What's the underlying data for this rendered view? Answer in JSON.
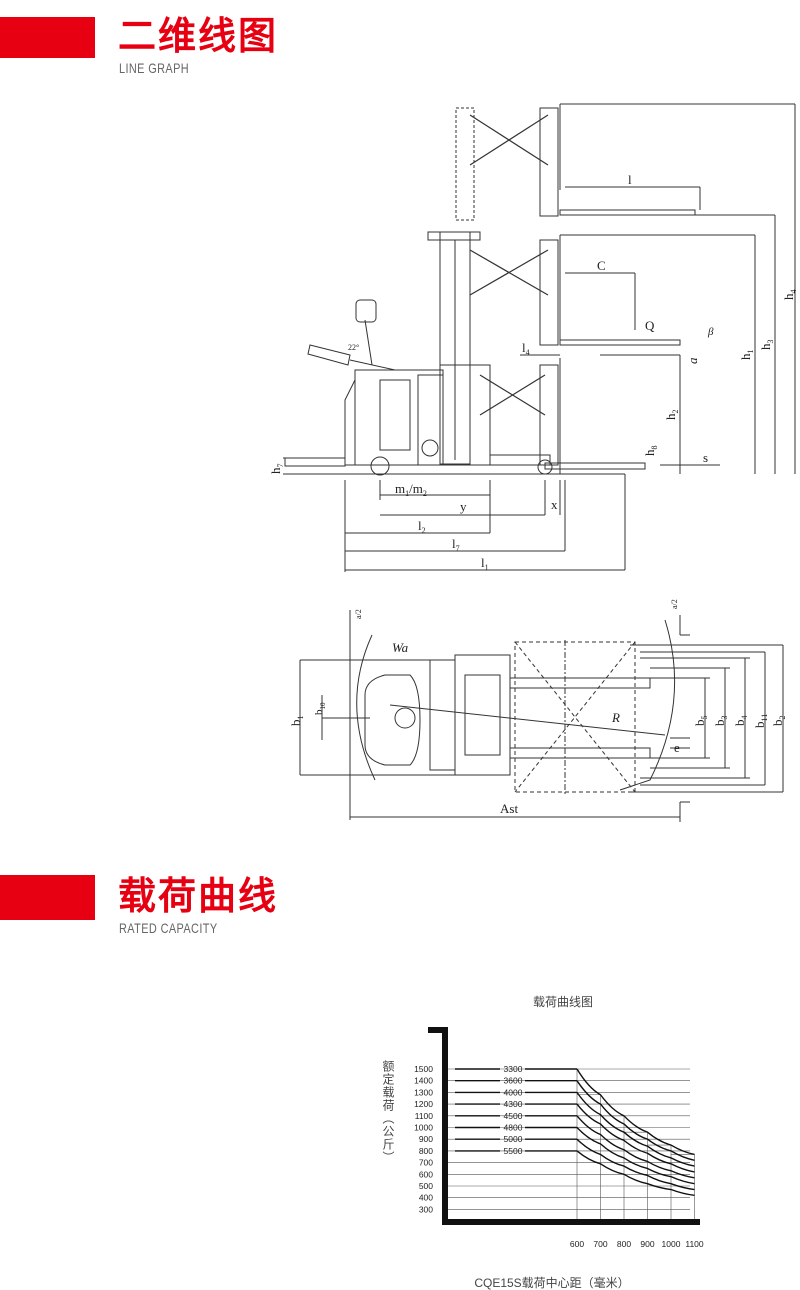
{
  "sections": {
    "line_graph": {
      "title": "二维线图",
      "subtitle": "LINE GRAPH"
    },
    "rated_capacity": {
      "title": "载荷曲线",
      "subtitle": "RATED CAPACITY"
    }
  },
  "side_view_labels": {
    "l": "l",
    "c": "C",
    "q": "Q",
    "l4": "l",
    "l4_sub": "4",
    "h1": "h",
    "h1_sub": "1",
    "h2": "h",
    "h2_sub": "2",
    "h3": "h",
    "h3_sub": "3",
    "h4": "h",
    "h4_sub": "4",
    "h7": "h",
    "h7_sub": "7",
    "h8": "h",
    "h8_sub": "8",
    "s": "s",
    "alpha": "a",
    "beta": "β",
    "handle_angle": "22°",
    "m1m2": "m",
    "m1_sub": "1",
    "slash": "/m",
    "m2_sub": "2",
    "y": "y",
    "x": "x",
    "l2": "l",
    "l2_sub": "2",
    "l7": "l",
    "l7_sub": "7",
    "l1": "l",
    "l1_sub": "1"
  },
  "top_view_labels": {
    "a_left": "a/2",
    "a_right": "a/2",
    "wa": "Wa",
    "r": "R",
    "b1": "b",
    "b1_sub": "1",
    "b10": "b",
    "b10_sub": "10",
    "b5": "b",
    "b5_sub": "5",
    "b3": "b",
    "b3_sub": "3",
    "b4": "b",
    "b4_sub": "4",
    "b11": "b",
    "b11_sub": "11",
    "b2": "b",
    "b2_sub": "2",
    "e": "e",
    "ast": "Ast"
  },
  "chart_data": {
    "type": "line",
    "title": "载荷曲线图",
    "xlabel": "CQE15S载荷中心距（毫米）",
    "ylabel": "额定载荷（公斤）",
    "y_ticks": [
      1500,
      1400,
      1300,
      1200,
      1100,
      1000,
      900,
      800,
      700,
      600,
      500,
      400,
      300
    ],
    "x_ticks": [
      600,
      700,
      800,
      900,
      1000,
      1100
    ],
    "series": [
      {
        "name": "3300",
        "values": [
          1500,
          1280,
          1100,
          960,
          850,
          770
        ]
      },
      {
        "name": "3600",
        "values": [
          1400,
          1200,
          1030,
          900,
          800,
          720
        ]
      },
      {
        "name": "4000",
        "values": [
          1300,
          1110,
          960,
          840,
          740,
          670
        ]
      },
      {
        "name": "4300",
        "values": [
          1200,
          1030,
          890,
          780,
          690,
          620
        ]
      },
      {
        "name": "4500",
        "values": [
          1100,
          940,
          810,
          710,
          630,
          570
        ]
      },
      {
        "name": "4800",
        "values": [
          1000,
          860,
          740,
          650,
          580,
          520
        ]
      },
      {
        "name": "5000",
        "values": [
          900,
          770,
          670,
          590,
          520,
          470
        ]
      },
      {
        "name": "5500",
        "values": [
          800,
          690,
          600,
          520,
          470,
          420
        ]
      }
    ],
    "grid": true,
    "legend": "inline-left"
  }
}
